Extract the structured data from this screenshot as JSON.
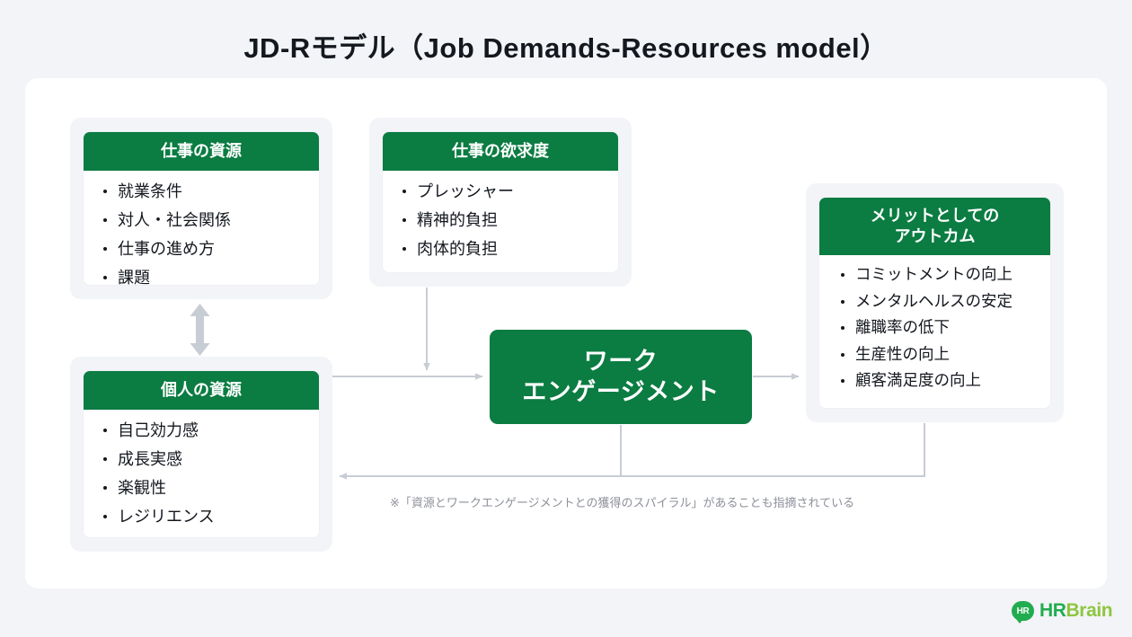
{
  "page": {
    "title": "JD-Rモデル（Job Demands-Resources model）",
    "background_color": "#f3f4f7",
    "card_color": "#ffffff",
    "accent_green": "#0b7c42",
    "panel_color": "#f2f4f8",
    "connector_color": "#c8ccd4"
  },
  "panels": {
    "job_resources": {
      "header": "仕事の資源",
      "items": [
        "就業条件",
        "対人・社会関係",
        "仕事の進め方",
        "課題"
      ]
    },
    "job_demands": {
      "header": "仕事の欲求度",
      "items": [
        "プレッシャー",
        "精神的負担",
        "肉体的負担"
      ]
    },
    "personal_resources": {
      "header": "個人の資源",
      "items": [
        "自己効力感",
        "成長実感",
        "楽観性",
        "レジリエンス"
      ]
    },
    "outcomes": {
      "header_line1": "メリットとしての",
      "header_line2": "アウトカム",
      "items": [
        "コミットメントの向上",
        "メンタルヘルスの安定",
        "離職率の低下",
        "生産性の向上",
        "顧客満足度の向上"
      ]
    }
  },
  "center": {
    "line1": "ワーク",
    "line2": "エンゲージメント"
  },
  "footnote": "※「資源とワークエンゲージメントとの獲得のスパイラル」があることも指摘されている",
  "logo": {
    "mark_text": "HR",
    "word_primary": "HR",
    "word_secondary": "Brain",
    "color_primary": "#22ac50",
    "color_secondary": "#8ec640"
  },
  "connectors": [
    {
      "name": "resources-bidirectional",
      "kind": "double-arrow-vertical"
    },
    {
      "name": "demands-to-engagement",
      "kind": "arrow-down"
    },
    {
      "name": "resources-to-engagement",
      "kind": "arrow-right"
    },
    {
      "name": "engagement-to-outcomes",
      "kind": "arrow-right"
    },
    {
      "name": "spiral-feedback",
      "kind": "arrow-left"
    }
  ]
}
